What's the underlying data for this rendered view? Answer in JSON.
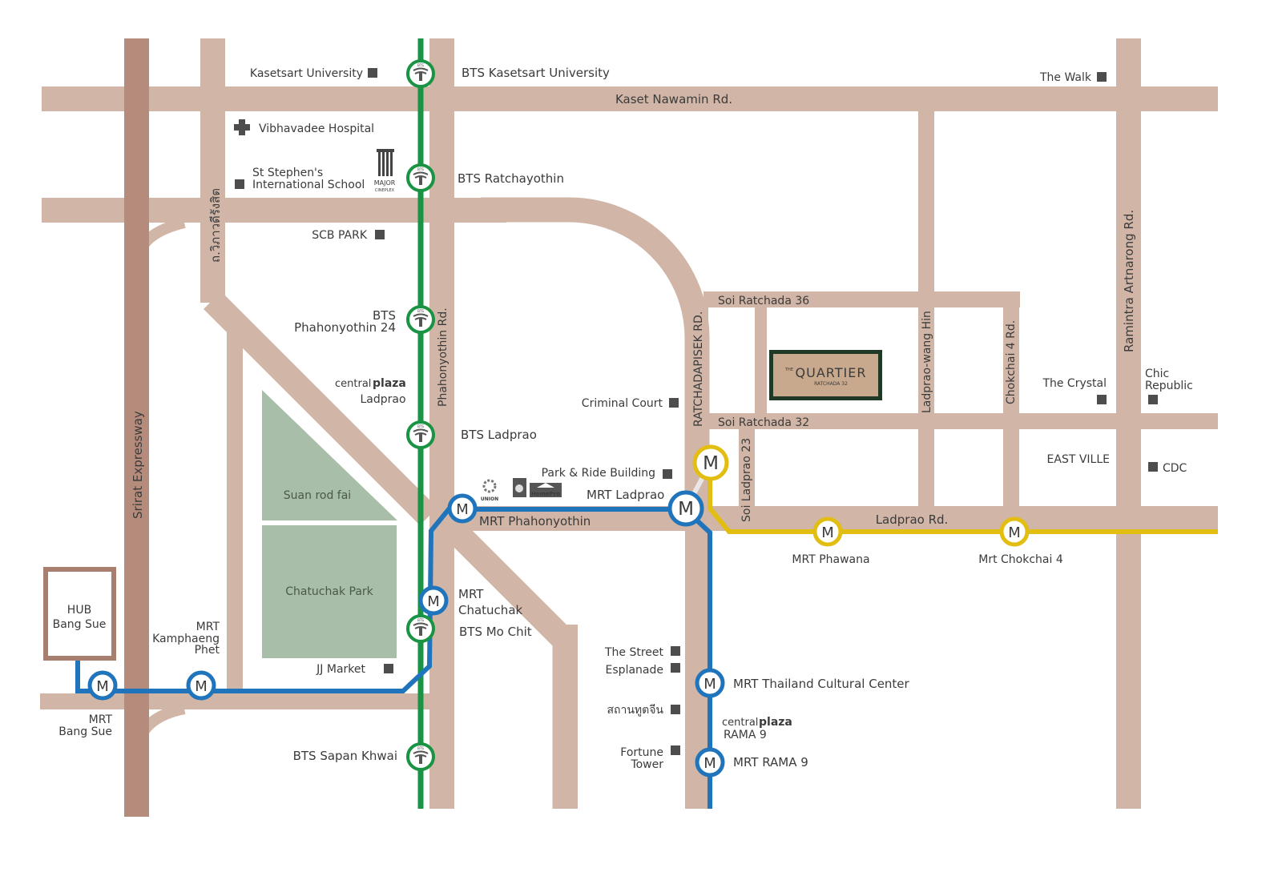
{
  "colors": {
    "road": "#d1b5a6",
    "expressway": "#b58c7b",
    "bts": "#1a9444",
    "mrt_blue": "#1f74bb",
    "mrt_yellow": "#e2bd12",
    "park": "#a8bea8",
    "landmark": "#4d4d4d",
    "quartier_bg": "#c9a98e",
    "quartier_frame": "#203826"
  },
  "roads": {
    "kaset_nawamin": "Kaset Nawamin Rd.",
    "phahonyothin": "Phahonyothin Rd.",
    "vibhavadi": "ถ.วิภาวดีรังสิต",
    "srirat": "Srirat Expressway",
    "ratchadapisek": "RATCHADAPISEK RD.",
    "soi_ratchada_36": "Soi Ratchada 36",
    "soi_ratchada_32": "Soi Ratchada 32",
    "soi_ladprao_23": "Soi Ladprao 23",
    "ladprao_wang_hin": "Ladprao-wang Hin",
    "chokchai_4": "Chokchai 4 Rd.",
    "ramintra": "Ramintra Artnarong Rd.",
    "ladprao": "Ladprao Rd."
  },
  "stations": {
    "bts_kasetsart": "BTS Kasetsart University",
    "bts_ratchayothin": "BTS Ratchayothin",
    "bts_phahonyothin24_l1": "BTS",
    "bts_phahonyothin24_l2": "Phahonyothin 24",
    "bts_ladprao": "BTS Ladprao",
    "bts_mochit": "BTS Mo Chit",
    "bts_sapankhwai": "BTS Sapan Khwai",
    "mrt_phahonyothin": "MRT Phahonyothin",
    "mrt_ladprao": "MRT Ladprao",
    "mrt_chatuchak_l1": "MRT",
    "mrt_chatuchak_l2": "Chatuchak",
    "mrt_kamphaeng_l1": "MRT",
    "mrt_kamphaeng_l2": "Kamphaeng",
    "mrt_kamphaeng_l3": "Phet",
    "mrt_bangsue_l1": "MRT",
    "mrt_bangsue_l2": "Bang Sue",
    "mrt_thailand_cc": "MRT Thailand Cultural Center",
    "mrt_rama9": "MRT RAMA 9",
    "mrt_phawana": "MRT Phawana",
    "mrt_chokchai4": "Mrt Chokchai 4",
    "bts_icon_text": "BTS",
    "mrt_icon_text": "M"
  },
  "landmarks": {
    "kasetsart_univ": "Kasetsart University",
    "vibhavadee": "Vibhavadee Hospital",
    "st_stephens_l1": "St Stephen's",
    "st_stephens_l2": "International School",
    "major_l1": "MAJOR",
    "major_l2": "CINEPLEX",
    "scb_park": "SCB PARK",
    "central_ladprao_a": "central",
    "central_ladprao_b": "plaza",
    "central_ladprao_sub": "Ladprao",
    "suan_rod_fai": "Suan rod fai",
    "chatuchak_park": "Chatuchak Park",
    "jj_market": "JJ Market",
    "hub_l1": "HUB",
    "hub_l2": "Bang Sue",
    "criminal_court": "Criminal Court",
    "park_ride": "Park & Ride Building",
    "union": "UNION",
    "homepro": "HomePro",
    "the_walk": "The Walk",
    "the_crystal": "The Crystal",
    "chic_l1": "Chic",
    "chic_l2": "Republic",
    "east_ville": "EAST VILLE",
    "cdc": "CDC",
    "the_street": "The Street",
    "esplanade": "Esplanade",
    "sathan_thut_chin": "สถานทูตจีน",
    "central_rama9_a": "central",
    "central_rama9_b": "plaza",
    "central_rama9_sub": "RAMA 9",
    "fortune_l1": "Fortune",
    "fortune_l2": "Tower",
    "quartier_the": "THE",
    "quartier_name": "QUARTIER",
    "quartier_sub": "RATCHADA 32"
  }
}
